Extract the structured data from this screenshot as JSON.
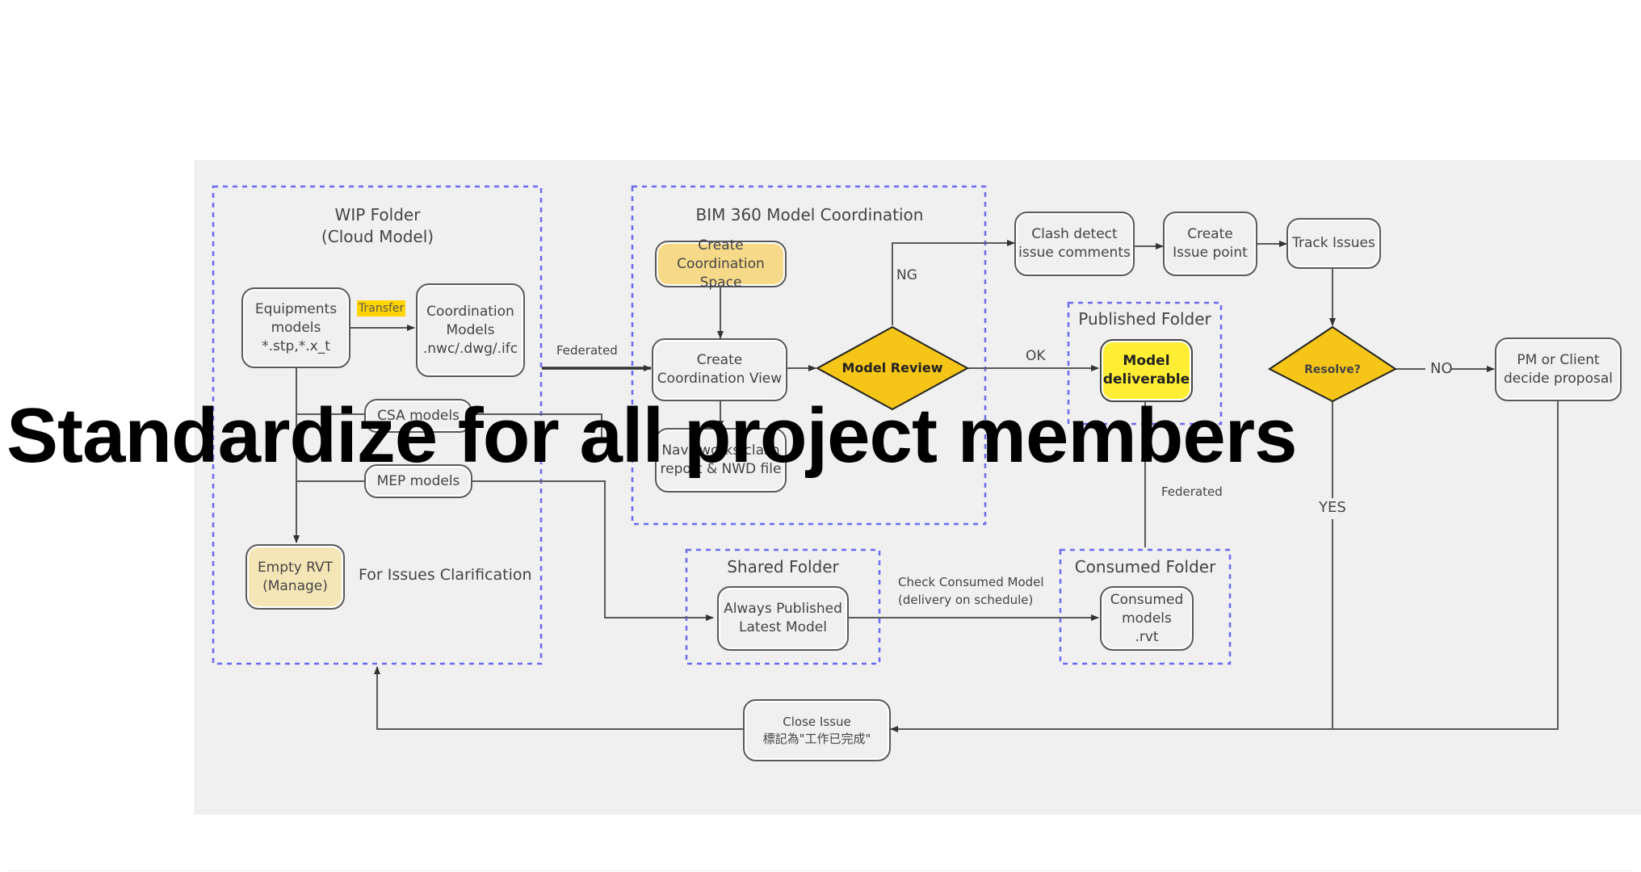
{
  "title": "Standardize for all project members",
  "colors": {
    "panel_bg": "#f0f0f0",
    "folder_border": "#6b6bf0",
    "decision_fill": "#f5c518",
    "deliverable_fill": "#ffee33",
    "tan_fill": "#f5e6b8",
    "line": "#5a5a5a"
  },
  "folders": {
    "wip": {
      "title": "WIP Folder\n(Cloud Model)"
    },
    "bim360": {
      "title": "BIM 360 Model Coordination"
    },
    "published": {
      "title": "Published Folder"
    },
    "shared": {
      "title": "Shared Folder"
    },
    "consumed": {
      "title": "Consumed Folder"
    }
  },
  "nodes": {
    "equipments": "Equipments\nmodels\n*.stp,*.x_t",
    "coordination_models": "Coordination\nModels\n.nwc/.dwg/.ifc",
    "csa_models": "CSA models",
    "mep_models": "MEP models",
    "empty_rvt": "Empty RVT\n(Manage)",
    "create_space": "Create\nCoordination Space",
    "create_view": "Create\nCoordination View",
    "navisworks": "Navisworks clash\nreport & NWD file",
    "clash_detect": "Clash detect\nissue comments",
    "create_issue": "Create\nIssue point",
    "track_issues": "Track Issues",
    "model_deliverable": "Model\ndeliverable",
    "pm_client": "PM or Client\ndecide proposal",
    "always_published": "Always Published\nLatest Model",
    "consumed_models": "Consumed\nmodels\n.rvt",
    "close_issue": "Close Issue\n標記為\"工作已完成\""
  },
  "decisions": {
    "model_review": "Model Review",
    "resolve": "Resolve?"
  },
  "labels": {
    "transfer": "Transfer",
    "federated_1": "Federated",
    "federated_2": "Federated",
    "ng": "NG",
    "ok": "OK",
    "no": "NO",
    "yes": "YES",
    "for_issues": "For Issues Clarification",
    "check_consumed": "Check Consumed Model\n(delivery on schedule)"
  }
}
